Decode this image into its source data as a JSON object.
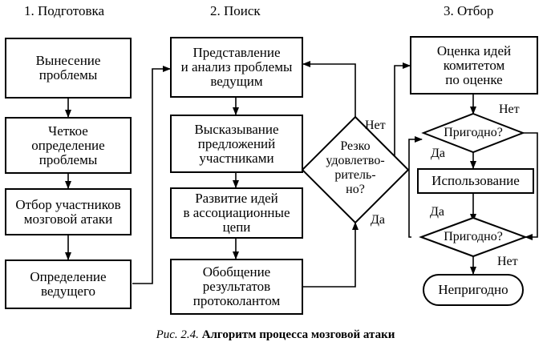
{
  "columns": {
    "c1": "1. Подготовка",
    "c2": "2. Поиск",
    "c3": "3. Отбор"
  },
  "nodes": {
    "n1": "Вынесение\nпроблемы",
    "n2": "Четкое\nопределение\nпроблемы",
    "n3": "Отбор участников\nмозговой атаки",
    "n4": "Определение\nведущего",
    "n5": "Представление\nи анализ проблемы\nведущим",
    "n6": "Высказывание\nпредложений\nучастниками",
    "n7": "Развитие идей\nв ассоциационные\nцепи",
    "n8": "Обобщение\nрезультатов\nпротоколантом",
    "d1": "Резко\nудовлетво-\nритель-\nно?",
    "n9": "Оценка идей\nкомитетом\nпо оценке",
    "d2": "Пригодно?",
    "n10": "Использование",
    "d3": "Пригодно?",
    "n11": "Непригодно"
  },
  "labels": {
    "d1_no": "Нет",
    "d1_yes": "Да",
    "d2_no": "Нет",
    "d2_yes": "Да",
    "d3_yes": "Да",
    "d3_no": "Нет"
  },
  "caption": {
    "ref": "Рис. 2.4.",
    "text": "Алгоритм процесса мозговой атаки"
  }
}
